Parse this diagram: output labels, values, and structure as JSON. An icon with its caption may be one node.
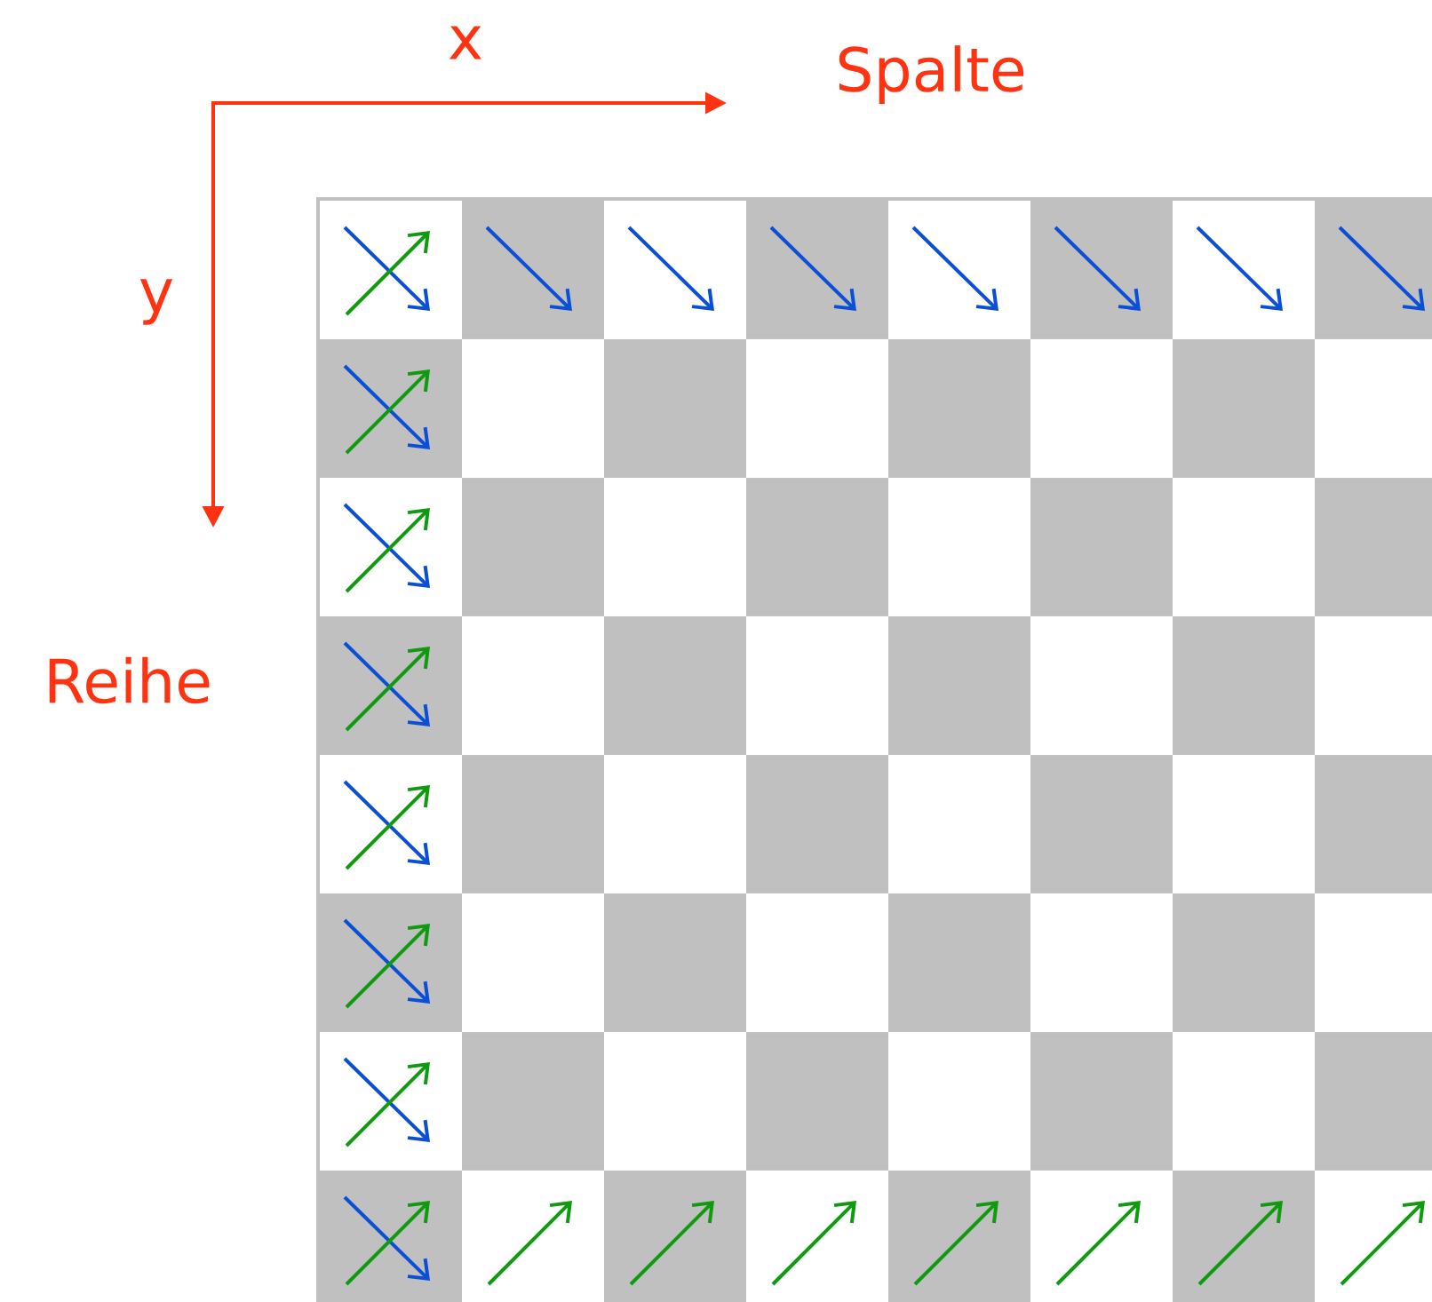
{
  "diagram": {
    "labels": [
      "x",
      "Spalte",
      "y",
      "Reihe"
    ]
  }
}
